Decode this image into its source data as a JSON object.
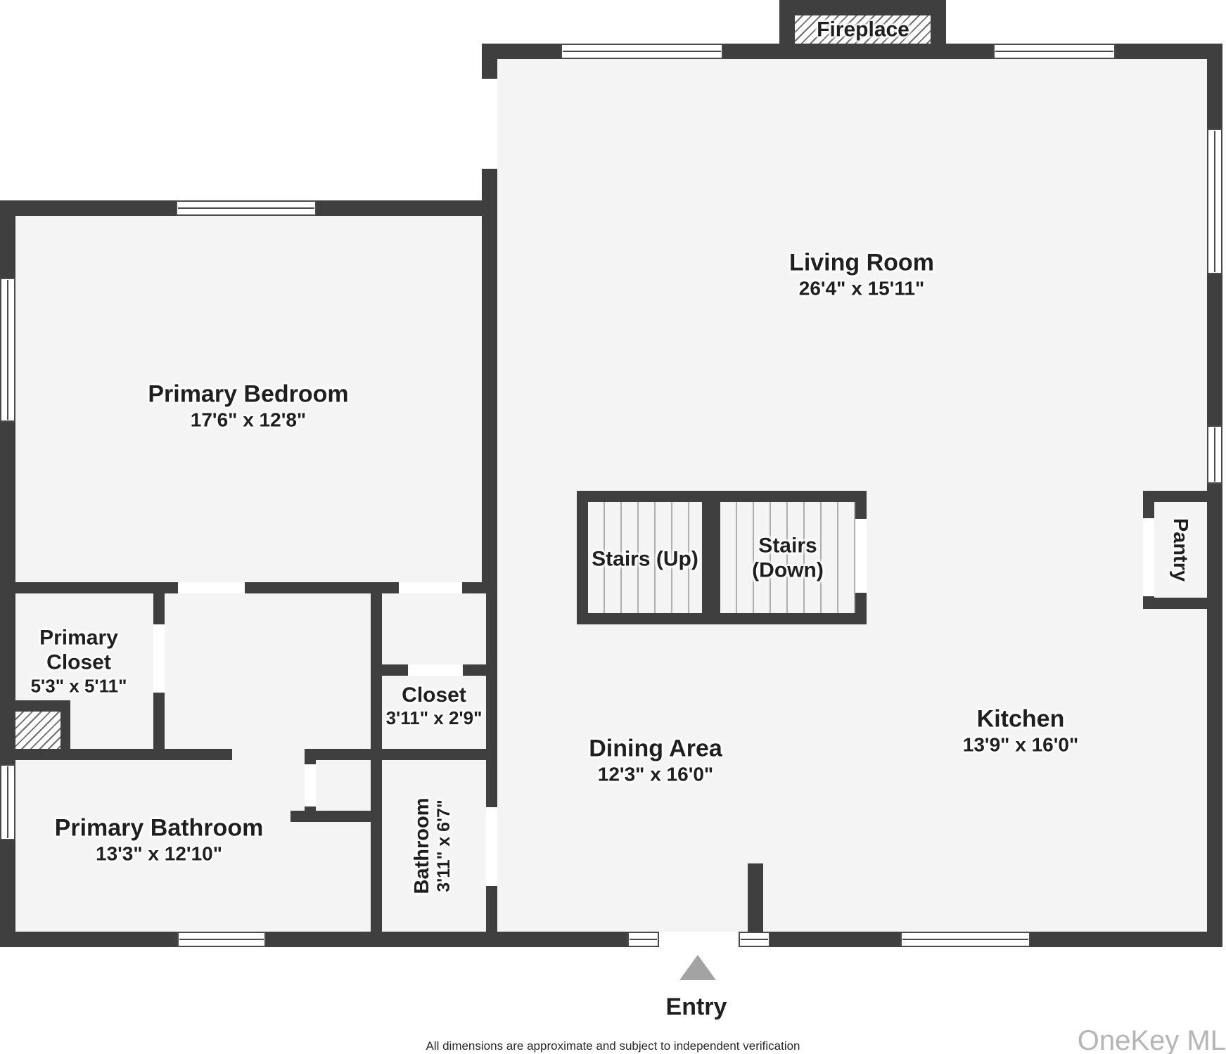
{
  "colors": {
    "wall": "#3f3f3f",
    "floor": "#f4f4f4",
    "outside": "#ffffff",
    "tread_line": "#aeaeae",
    "entry_arrow": "#a3a3a3",
    "text": "#1f1f1f",
    "watermark": "#b5b5b5"
  },
  "rooms": {
    "living_room": {
      "name": "Living Room",
      "dims": "26'4\" x 15'11\""
    },
    "primary_bedroom": {
      "name": "Primary Bedroom",
      "dims": "17'6\" x 12'8\""
    },
    "kitchen": {
      "name": "Kitchen",
      "dims": "13'9\" x 16'0\""
    },
    "dining_area": {
      "name": "Dining Area",
      "dims": "12'3\" x 16'0\""
    },
    "primary_bathroom": {
      "name": "Primary Bathroom",
      "dims": "13'3\" x 12'10\""
    },
    "primary_closet": {
      "name_line1": "Primary",
      "name_line2": "Closet",
      "dims": "5'3\" x 5'11\""
    },
    "closet": {
      "name": "Closet",
      "dims": "3'11\" x 2'9\""
    },
    "bathroom": {
      "name": "Bathroom",
      "dims": "3'11\" x 6'7\""
    },
    "pantry": {
      "name": "Pantry"
    },
    "stairs_up": {
      "name": "Stairs (Up)"
    },
    "stairs_down": {
      "name_line1": "Stairs",
      "name_line2": "(Down)"
    }
  },
  "features": {
    "fireplace": "Fireplace",
    "entry": "Entry"
  },
  "footer": {
    "disclaimer": "All dimensions are approximate and subject to independent verification",
    "watermark": "OneKey ML"
  }
}
